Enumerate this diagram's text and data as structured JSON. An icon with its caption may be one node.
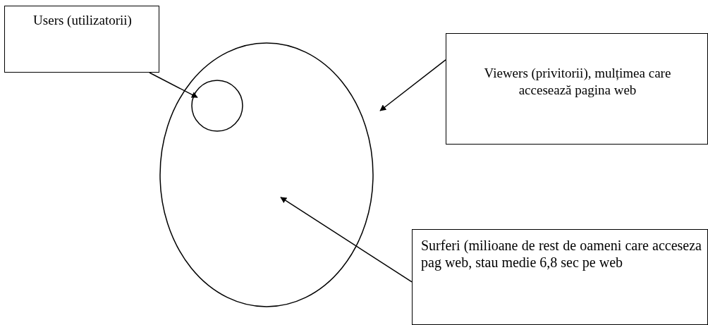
{
  "diagram": {
    "nodes": [
      {
        "text": [
          "Users (utilizatorii)"
        ]
      },
      {
        "text": [],
        "shape": "circle"
      },
      {
        "text": [],
        "shape": "circle",
        "in": 1
      },
      {
        "text": [
          "Viewers (privitorii), mulțimea care accesează pagina web"
        ]
      },
      {
        "text": [
          "Surferi (milioane de rest de oameni care acceseza pag web, stau medie 6,8 sec pe web"
        ]
      }
    ],
    "edges": [
      {
        "from": 0,
        "to": 2,
        "arrow": "to"
      },
      {
        "from": 3,
        "to": 1,
        "arrow": "to"
      },
      {
        "from": 4,
        "to": 1,
        "arrow": "to"
      }
    ]
  }
}
